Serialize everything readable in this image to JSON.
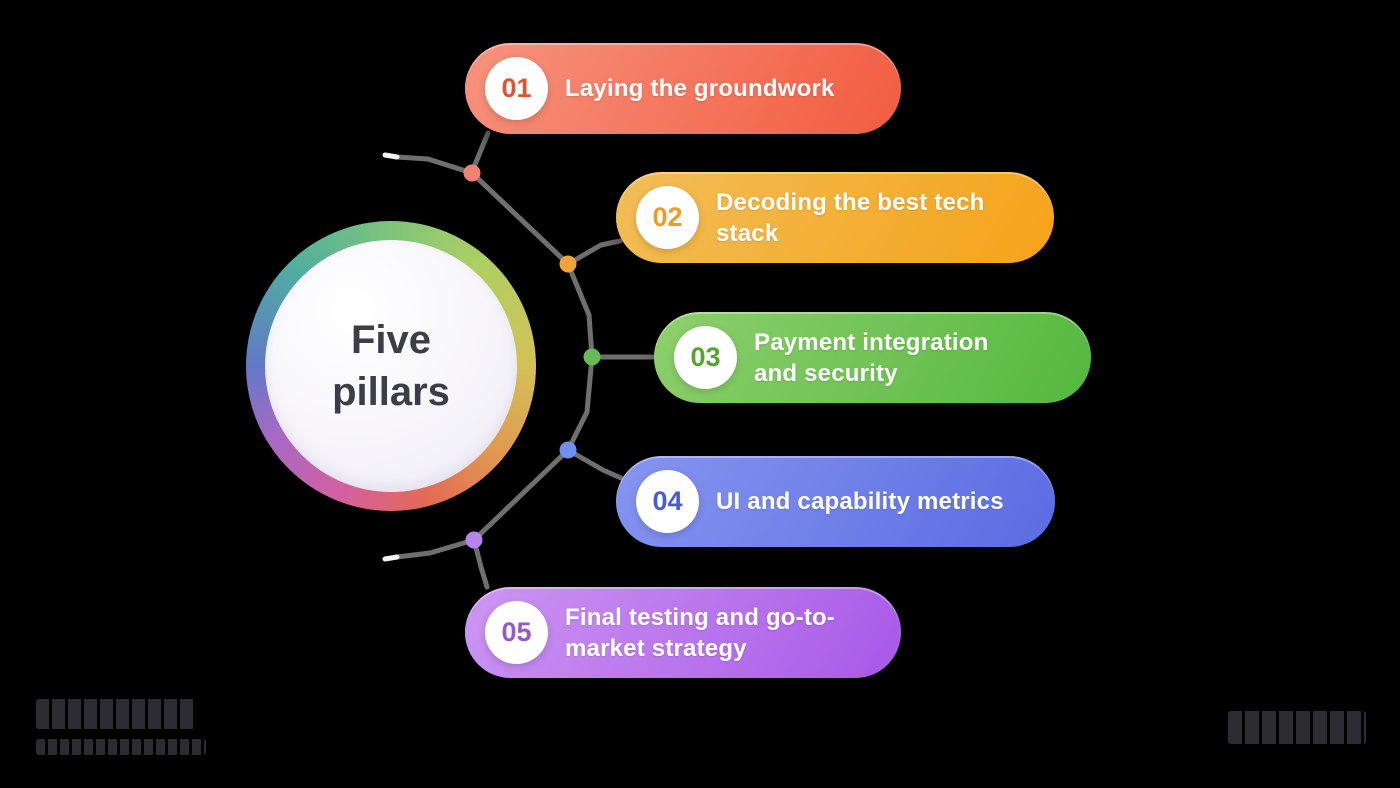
{
  "hub": {
    "title_lines": [
      "Five",
      "pillars"
    ],
    "title_color": "#3d3d47",
    "ring_colors": [
      "#7ec47b",
      "#aecf62",
      "#d3c156",
      "#e0984f",
      "#e46a55",
      "#d55f9f",
      "#a569c6",
      "#6279c7",
      "#4fae9f",
      "#7ec47b"
    ],
    "ring_stops_deg": [
      0,
      40,
      90,
      130,
      165,
      200,
      240,
      270,
      315,
      360
    ]
  },
  "pillars": [
    {
      "number": "01",
      "lines": [
        "Laying the groundwork"
      ],
      "number_color": "#e4512e",
      "gradient_start": "#f6937d",
      "gradient_end": "#f25c40",
      "dot_color": "#f08273"
    },
    {
      "number": "02",
      "lines": [
        "Decoding the best tech",
        "stack"
      ],
      "number_color": "#ef9d20",
      "gradient_start": "#f2bd58",
      "gradient_end": "#f5a318",
      "dot_color": "#f2a33c"
    },
    {
      "number": "03",
      "lines": [
        "Payment integration",
        "and security"
      ],
      "number_color": "#54a52f",
      "gradient_start": "#8ecf6d",
      "gradient_end": "#54b83e",
      "dot_color": "#66bb55"
    },
    {
      "number": "04",
      "lines": [
        "UI and capability metrics"
      ],
      "number_color": "#4a5ad2",
      "gradient_start": "#8695f0",
      "gradient_end": "#5a6ce2",
      "dot_color": "#7090ec"
    },
    {
      "number": "05",
      "lines": [
        "Final testing and go-to-",
        "market strategy"
      ],
      "number_color": "#9757cf",
      "gradient_start": "#cc96f2",
      "gradient_end": "#a858e8",
      "dot_color": "#b684ec"
    }
  ],
  "connector": {
    "line_color": "#6f6f6f",
    "tip_color": "#f5f5f5"
  },
  "footer": {
    "wordmark_color": "#2d2d31"
  },
  "background_color": "#000000"
}
